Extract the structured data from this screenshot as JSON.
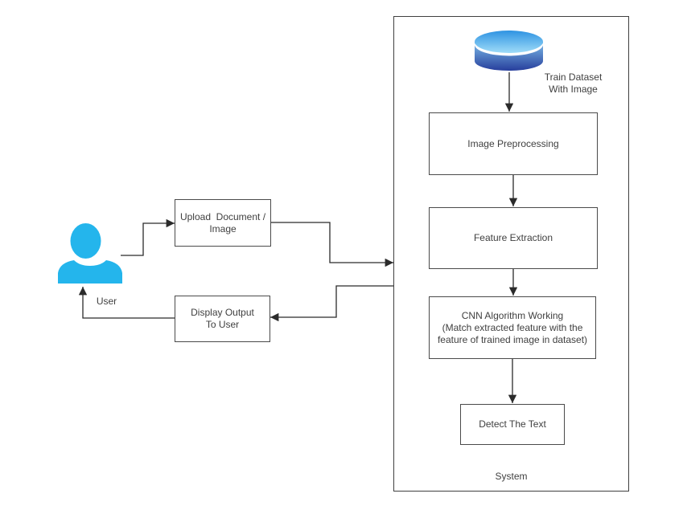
{
  "diagram": {
    "actor": {
      "label": "User"
    },
    "upload_box": {
      "label": "Upload  Document /\nImage"
    },
    "display_box": {
      "label": "Display Output\nTo User"
    },
    "system": {
      "label": "System",
      "dataset_label": "Train Dataset\nWith Image",
      "steps": {
        "preprocessing": "Image Preprocessing",
        "feature_extraction": "Feature Extraction",
        "cnn": "CNN Algorithm Working\n(Match extracted feature with the\nfeature of trained image in dataset)",
        "detect": "Detect The Text"
      }
    },
    "icons": {
      "database": "database-cylinder-icon",
      "user": "person-icon"
    },
    "colors": {
      "actor": "#24B5EC",
      "cylinder_top_start": "#2E93E2",
      "cylinder_top_end": "#9FDCF8",
      "cylinder_body_start": "#7CBCE9",
      "cylinder_body_end": "#273E9C",
      "line": "#2b2b2b",
      "box_border": "#4a4a4a"
    }
  }
}
